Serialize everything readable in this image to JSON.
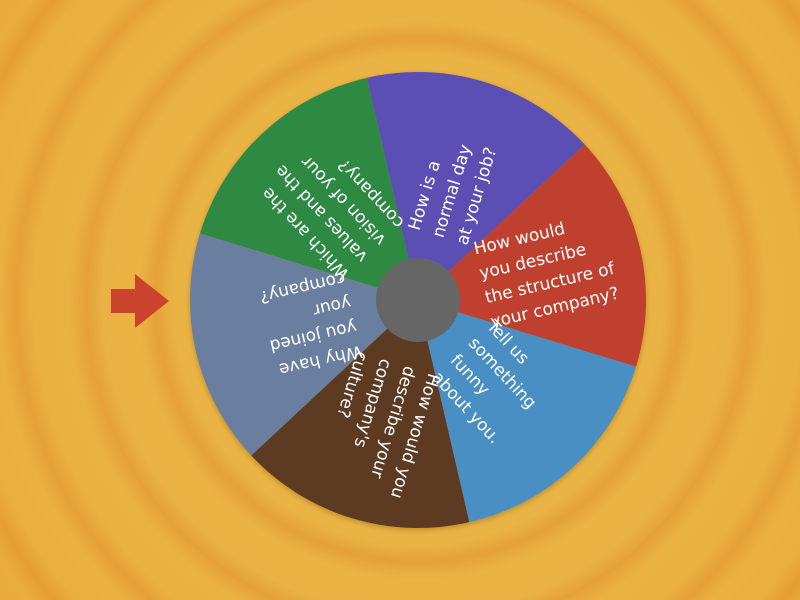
{
  "wheel": {
    "segments": [
      {
        "lines": [
          "How is a",
          "normal day",
          "at your job?"
        ],
        "color": "#5b4fb3"
      },
      {
        "lines": [
          "How would",
          "you describe",
          "the structure of",
          "your company?"
        ],
        "color": "#bf3f2e"
      },
      {
        "lines": [
          "Tell us",
          "something",
          "funny",
          "about you."
        ],
        "color": "#4a8fc4"
      },
      {
        "lines": [
          "How would you",
          "describe your",
          "company's",
          "culture?"
        ],
        "color": "#5b3a22"
      },
      {
        "lines": [
          "Why have",
          "you joined",
          "your",
          "company?"
        ],
        "color": "#6b7fa0"
      },
      {
        "lines": [
          "Which are the",
          "values and the",
          "vision of your",
          "company?"
        ],
        "color": "#2f8a42"
      }
    ],
    "hub_color": "#666666",
    "pointer_color": "#c9432d"
  }
}
